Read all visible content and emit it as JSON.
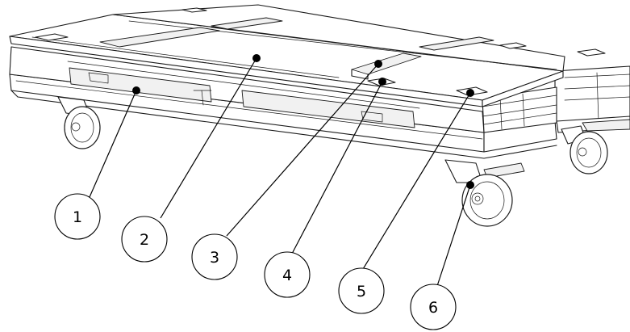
{
  "diagram": {
    "callouts": [
      {
        "label": "1",
        "part": "frame-rail"
      },
      {
        "label": "2",
        "part": "lid-panel"
      },
      {
        "label": "3",
        "part": "lid-handle"
      },
      {
        "label": "4",
        "part": "stacking-cup-center"
      },
      {
        "label": "5",
        "part": "stacking-cup-corner"
      },
      {
        "label": "6",
        "part": "caster-wheel"
      }
    ]
  }
}
